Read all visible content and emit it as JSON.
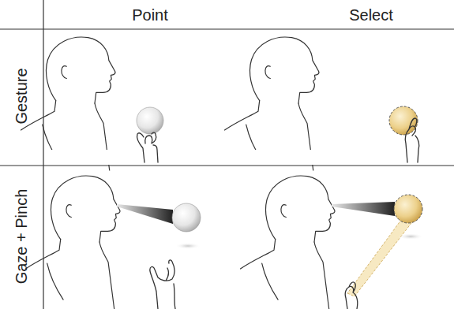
{
  "diagram": {
    "labels": [
      "Point",
      "Select",
      "Gesture",
      "Gaze + Pinch"
    ]
  }
}
